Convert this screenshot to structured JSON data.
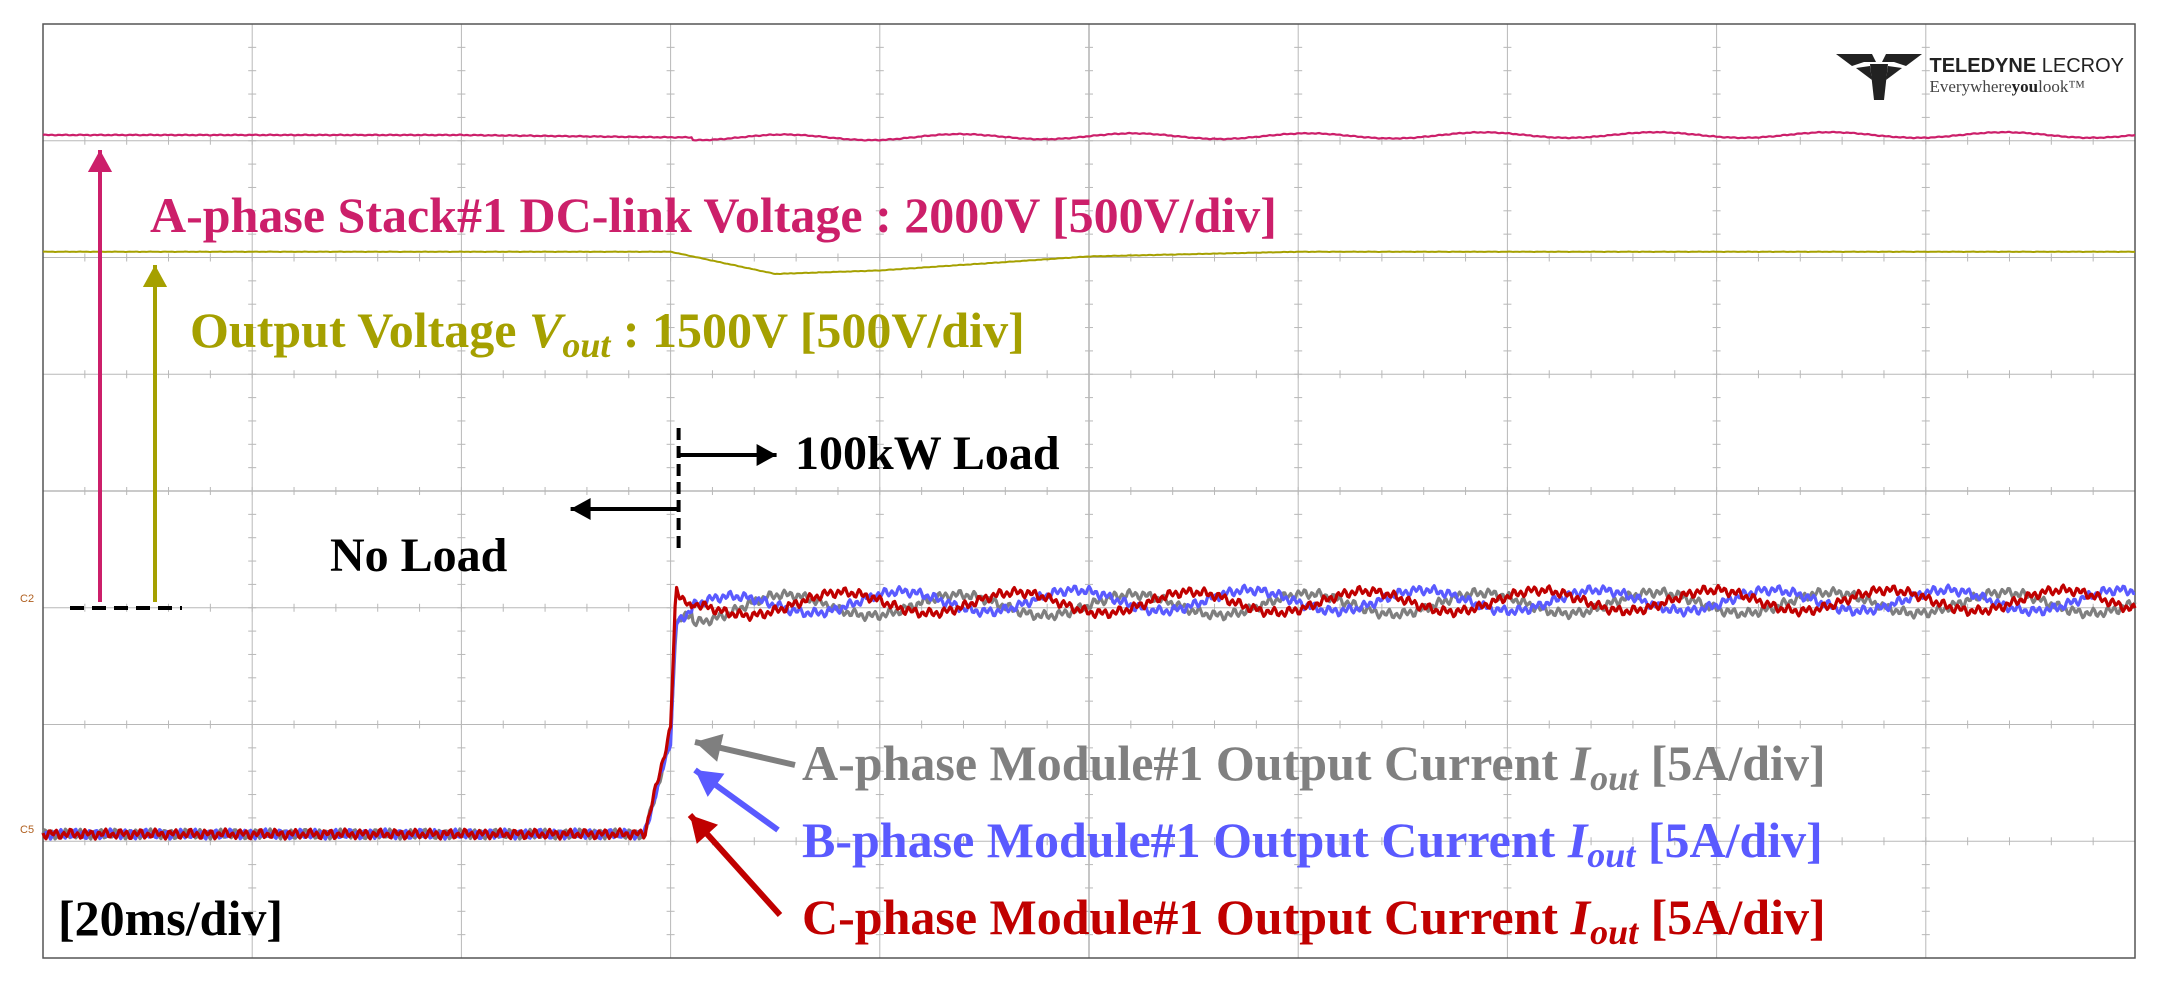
{
  "chart_data": {
    "type": "line",
    "title": "",
    "timebase": "[20ms/div]",
    "divisions": {
      "x": 10,
      "y": 8
    },
    "colors": {
      "grid": "#b8b8b8",
      "frame": "#555555",
      "dc_link": "#cc1f6a",
      "vout": "#a5a000",
      "ia": "#7f7f7f",
      "ib": "#5a5aff",
      "ic": "#c00000",
      "annotation": "#000000"
    },
    "series": [
      {
        "name": "A-phase Stack#1 DC-link Voltage : 2000V [500V/div]",
        "color": "#cc1f6a",
        "x": [
          0,
          20,
          40,
          60,
          80,
          100,
          120,
          140,
          160,
          180,
          200
        ],
        "y": [
          2000,
          2000,
          2000,
          1990,
          1990,
          1995,
          1995,
          2000,
          2000,
          2000,
          2000
        ]
      },
      {
        "name": "Output Voltage V_out : 1500V [500V/div]",
        "color": "#a5a000",
        "x": [
          0,
          20,
          40,
          60,
          70,
          80,
          100,
          120,
          140,
          160,
          180,
          200
        ],
        "y": [
          1500,
          1500,
          1500,
          1500,
          1405,
          1420,
          1480,
          1500,
          1500,
          1500,
          1500,
          1500
        ]
      },
      {
        "name": "A-phase Module#1 Output Current I_out [5A/div]",
        "color": "#7f7f7f",
        "x": [
          0,
          20,
          40,
          57.5,
          60,
          60.5,
          62,
          70,
          100,
          150,
          200
        ],
        "y": [
          0,
          0,
          0,
          0,
          4,
          9,
          9.5,
          9.8,
          9.8,
          9.9,
          9.9
        ]
      },
      {
        "name": "B-phase Module#1 Output Current I_out [5A/div]",
        "color": "#5a5aff",
        "x": [
          0,
          20,
          40,
          57.5,
          60,
          60.5,
          62,
          70,
          100,
          150,
          200
        ],
        "y": [
          0,
          0,
          0,
          0,
          4,
          9,
          9.6,
          9.9,
          10.0,
          10.0,
          10.0
        ]
      },
      {
        "name": "C-phase Module#1 Output Current I_out [5A/div]",
        "color": "#c00000",
        "x": [
          0,
          20,
          40,
          57.5,
          60,
          60.5,
          62,
          70,
          100,
          150,
          200
        ],
        "y": [
          0,
          0,
          0,
          0,
          4.5,
          10.5,
          9.6,
          9.9,
          9.9,
          10.0,
          10.0
        ]
      }
    ],
    "annotations": {
      "no_load": "No Load",
      "load": "100kW Load",
      "step_time_ms": 60
    }
  },
  "labels": {
    "dc_link_text": "A-phase Stack#1 DC-link Voltage : 2000V [500V/div]",
    "vout_pre": "Output Voltage ",
    "vout_var": "V",
    "vout_sub": "out",
    "vout_post": " : 1500V [500V/div]",
    "ia_pre": "A-phase Module#1 Output Current ",
    "ib_pre": "B-phase Module#1 Output Current ",
    "ic_pre": "C-phase Module#1 Output Current ",
    "i_var": "I",
    "i_sub": "out",
    "i_post": " [5A/div]",
    "ch2_marker": "C2",
    "ch5_marker": "C5"
  },
  "logo": {
    "brand_bold": "TELEDYNE",
    "brand_rest": " LECROY",
    "tag_pre": "Everywhere",
    "tag_bold": "you",
    "tag_post": "look™"
  }
}
